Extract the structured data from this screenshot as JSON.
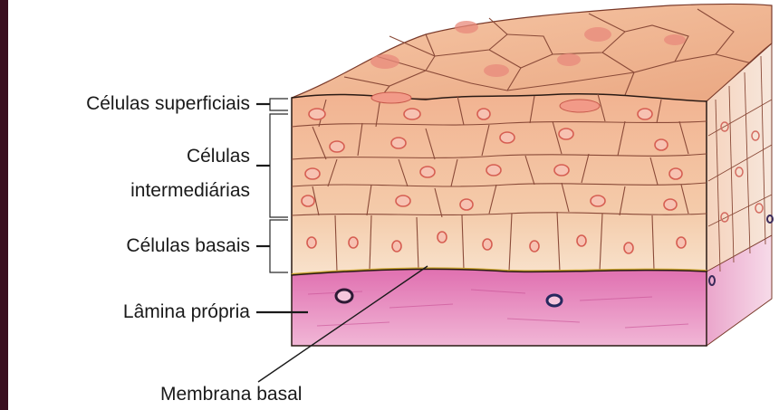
{
  "labels": {
    "superficial": "Células superficiais",
    "intermediate_line1": "Células",
    "intermediate_line2": "intermediárias",
    "basal": "Células basais",
    "lamina": "Lâmina própria",
    "membrane": "Membrana basal"
  },
  "colors": {
    "left_bar": "#3a0f1f",
    "top_surface": "#f0b898",
    "cell_border": "#7a3a2a",
    "cell_face": "#f4c8a8",
    "basal_face": "#f7e2cf",
    "lamina": "#e58fbf",
    "membrane": "#d8b23a",
    "nucleus": "#e07a6a"
  }
}
